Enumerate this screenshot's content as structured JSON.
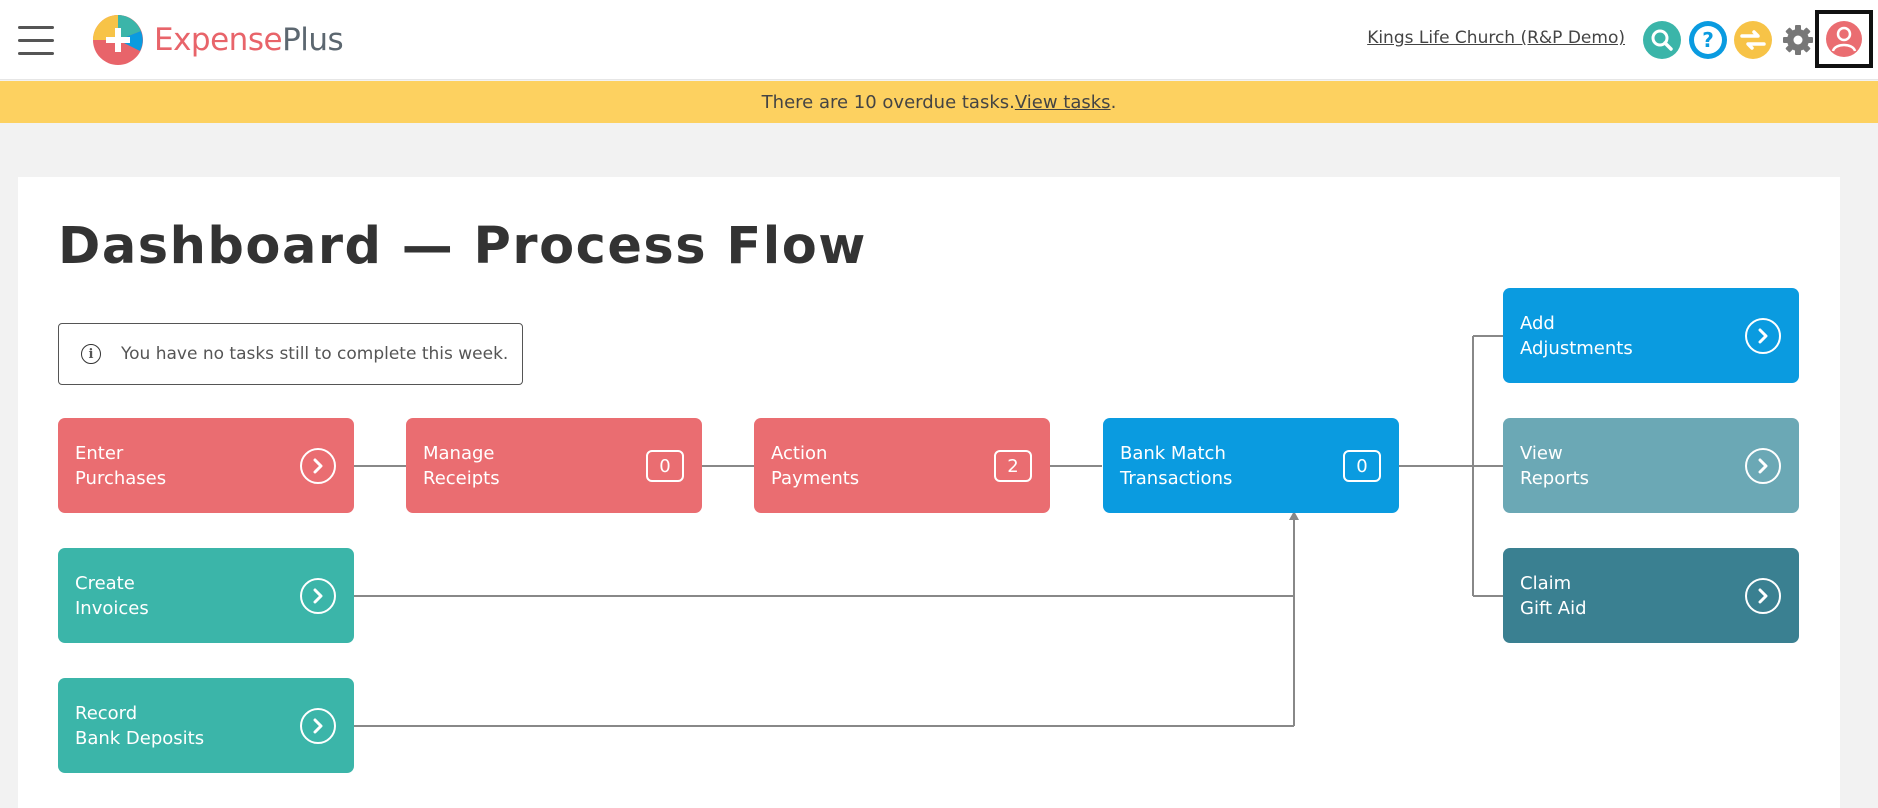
{
  "header": {
    "logo_part1": "Expense",
    "logo_part2": "Plus",
    "org_name": "Kings Life Church (R&P Demo)",
    "icons": [
      "search-icon",
      "help-icon",
      "switch-icon",
      "gear-icon",
      "profile-icon"
    ]
  },
  "banner": {
    "text": "There are 10 overdue tasks. ",
    "link": "View tasks",
    "suffix": "."
  },
  "main": {
    "title": "Dashboard — Process Flow",
    "notice": "You have no tasks still to complete this week."
  },
  "flow": {
    "enter_purchases": {
      "line1": "Enter",
      "line2": "Purchases"
    },
    "manage_receipts": {
      "line1": "Manage",
      "line2": "Receipts",
      "count": "0"
    },
    "action_payments": {
      "line1": "Action",
      "line2": "Payments",
      "count": "2"
    },
    "bank_match": {
      "line1": "Bank Match",
      "line2": "Transactions",
      "count": "0"
    },
    "create_invoices": {
      "line1": "Create",
      "line2": "Invoices"
    },
    "record_deposits": {
      "line1": "Record",
      "line2": "Bank Deposits"
    },
    "add_adjustments": {
      "line1": "Add",
      "line2": "Adjustments"
    },
    "view_reports": {
      "line1": "View",
      "line2": "Reports"
    },
    "claim_gift_aid": {
      "line1": "Claim",
      "line2": "Gift Aid"
    }
  },
  "colors": {
    "red": "#ea6d71",
    "teal": "#3bb5a9",
    "blue": "#0a9be0",
    "grey_teal": "#6ba8b5",
    "dark_teal": "#3a8091",
    "banner": "#fdd160"
  }
}
